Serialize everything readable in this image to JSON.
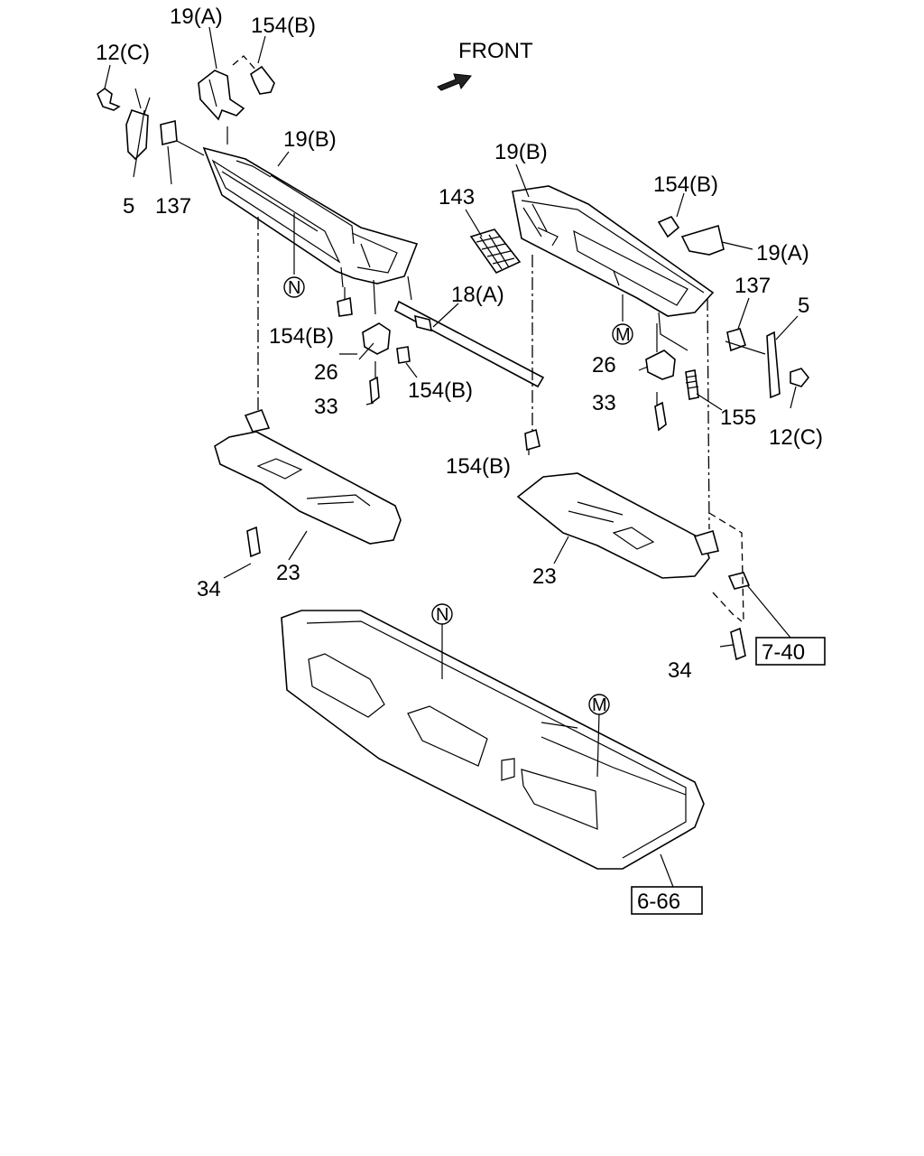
{
  "direction": {
    "front": "FRONT"
  },
  "markers": {
    "n": "N",
    "m": "M"
  },
  "refs": {
    "r740": "7-40",
    "r666": "6-66"
  },
  "labels": {
    "l19a_top": "19(A)",
    "l154b_top": "154(B)",
    "l12c_left": "12(C)",
    "l19b_left": "19(B)",
    "l5_left": "5",
    "l137_left": "137",
    "l154b_left": "154(B)",
    "l26_left": "26",
    "l33_left": "33",
    "l154b_mid": "154(B)",
    "l18a": "18(A)",
    "l143": "143",
    "l19b_right": "19(B)",
    "l154b_right": "154(B)",
    "l19a_right": "19(A)",
    "l137_right": "137",
    "l5_right": "5",
    "l26_right": "26",
    "l33_right": "33",
    "l155": "155",
    "l12c_right": "12(C)",
    "l154b_bottom": "154(B)",
    "l34_left": "34",
    "l23_left": "23",
    "l23_right": "23",
    "l34_right": "34"
  }
}
